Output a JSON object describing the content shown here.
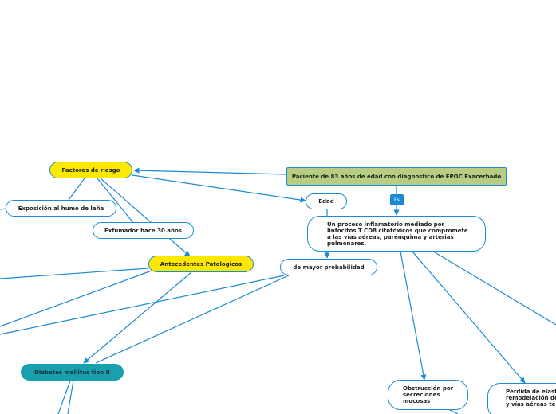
{
  "nodes": {
    "central": "Paciente de 83 años de edad con diagnostico de EPOC Exacerbado",
    "factores": "Factores de riesgo",
    "exposicion": "Exposición al humo de leña",
    "exfumador": "Exfumador hace 30 años",
    "antecedentes": "Antecedentes Patologicos",
    "edad": "Edad",
    "proceso": "Un proceso inflamatorio mediado por linfocitos T CD8 citotóxicos que compromete a las vías aéreas, parénquima y arterias pulmonares.",
    "mayor_probabilidad": "de mayor probabilidad",
    "diabetes": "Diabetes mellitus tipo II",
    "obstruccion": "Obstrucción por secreciones mucosas",
    "perdida": "Pérdida de elasticidad y remodelación del parénquima y vías aéreas terminales"
  },
  "tags": {
    "es": "Es"
  },
  "colors": {
    "line": "#1b8ad2",
    "central_fill": "#b5ce82",
    "yellow_fill": "#fde800",
    "teal_fill": "#1a9fae"
  }
}
